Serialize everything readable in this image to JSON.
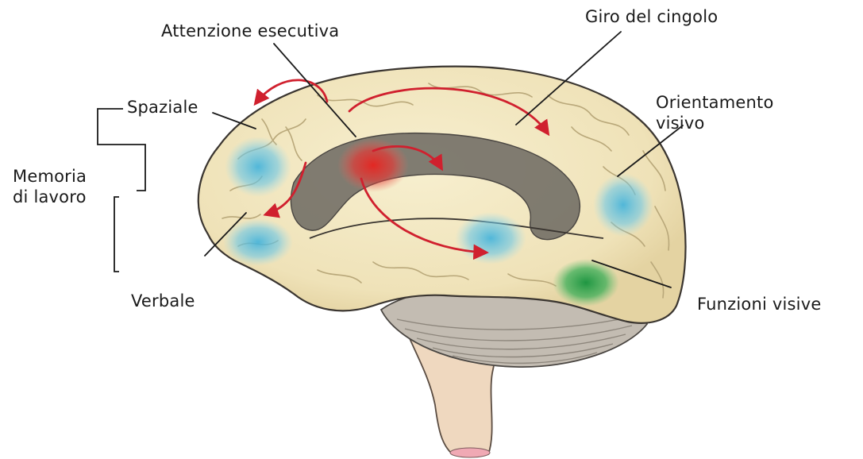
{
  "labels": {
    "attenzione": "Attenzione esecutiva",
    "giro": "Giro del cingolo",
    "spaziale": "Spaziale",
    "orientamento_line1": "Orientamento",
    "orientamento_line2": "visivo",
    "memoria_line1": "Memoria",
    "memoria_line2": "di lavoro",
    "verbale": "Verbale",
    "funzioni": "Funzioni visive"
  },
  "colors": {
    "brain_fill": "#f3e9c4",
    "brain_outline": "#3a3a3a",
    "cingulate_band": "#6b6760",
    "attention_spot": "#e02a2a",
    "working_memory_spots": "#4fb8dc",
    "visual_function_spot": "#22a24a",
    "arrows": "#d0202e",
    "cerebellum": "#bfb8ae",
    "brainstem": "#efd9c0"
  },
  "icons": {
    "attention": "red-activation-spot",
    "memory": "blue-activation-spot",
    "visual": "green-activation-spot"
  }
}
